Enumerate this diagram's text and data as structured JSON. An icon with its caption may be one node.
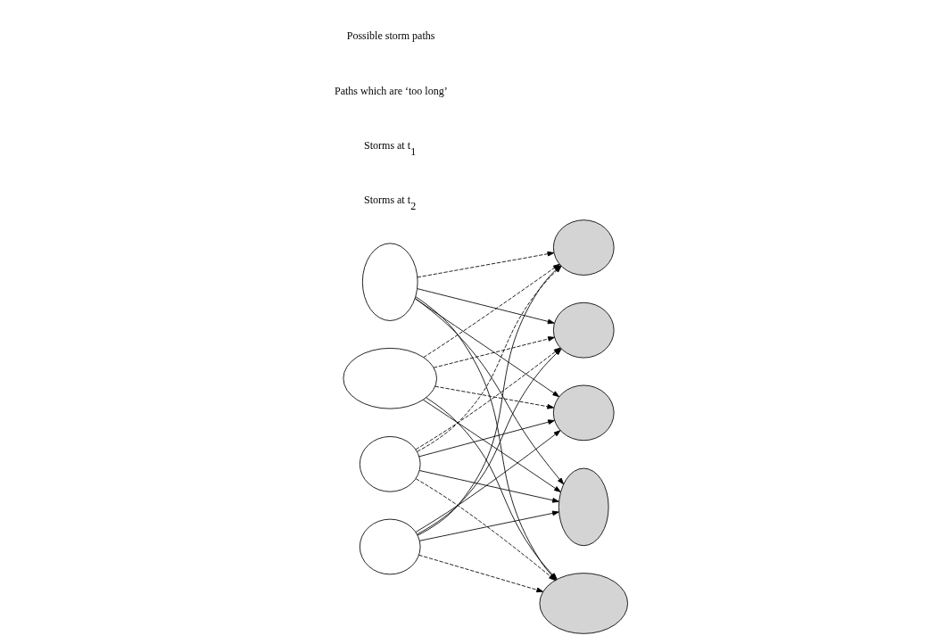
{
  "diagram": {
    "nodes": [
      {
        "text": [],
        "shape": "ellipse"
      },
      {
        "text": [],
        "shape": "ellipse"
      },
      {
        "text": [],
        "shape": "ellipse"
      },
      {
        "text": [],
        "shape": "ellipse"
      },
      {
        "text": [],
        "shape": "ellipse"
      },
      {
        "text": [],
        "shape": "ellipse"
      },
      {
        "text": [],
        "shape": "ellipse"
      },
      {
        "text": [],
        "shape": "ellipse"
      },
      {
        "text": [],
        "shape": "ellipse"
      }
    ],
    "edges": [
      {
        "from": 2,
        "to": 0,
        "arrow": "to"
      },
      {
        "from": 2,
        "to": 3,
        "arrow": "to"
      },
      {
        "from": 2,
        "to": 5,
        "arrow": "to"
      },
      {
        "from": 2,
        "to": 4,
        "arrow": "to"
      },
      {
        "from": 2,
        "to": 7,
        "arrow": "to",
        "style": "dashed"
      },
      {
        "from": 1,
        "to": 0,
        "arrow": "to",
        "style": "dashed"
      },
      {
        "from": 1,
        "to": 3,
        "arrow": "to",
        "style": "dashed"
      },
      {
        "from": 1,
        "to": 5,
        "arrow": "to"
      },
      {
        "from": 1,
        "to": 4,
        "arrow": "to"
      },
      {
        "from": 1,
        "to": 7,
        "arrow": "to",
        "style": "dashed"
      },
      {
        "from": 6,
        "to": 7,
        "arrow": "to"
      },
      {
        "from": 6,
        "to": 5,
        "arrow": "to"
      },
      {
        "from": 6,
        "to": 3,
        "arrow": "to"
      },
      {
        "from": 6,
        "to": 4,
        "arrow": "to"
      },
      {
        "from": 6,
        "to": 0,
        "arrow": "to",
        "style": "dashed"
      },
      {
        "from": 8,
        "to": 7,
        "arrow": "to"
      },
      {
        "from": 8,
        "to": 5,
        "arrow": "to"
      },
      {
        "from": 8,
        "to": 0,
        "arrow": "to",
        "style": "dashed"
      },
      {
        "from": 8,
        "to": 3,
        "arrow": "to",
        "style": "dashed"
      },
      {
        "from": 8,
        "to": 4,
        "arrow": "to",
        "style": "dashed"
      }
    ],
    "legend": [
      {
        "text": "Possible storm paths"
      },
      {
        "text": "Paths which are ‘too long’"
      },
      {
        "text": "Storms at t$_{1}$"
      },
      {
        "text": "Storms at t$_{2}$"
      }
    ]
  }
}
